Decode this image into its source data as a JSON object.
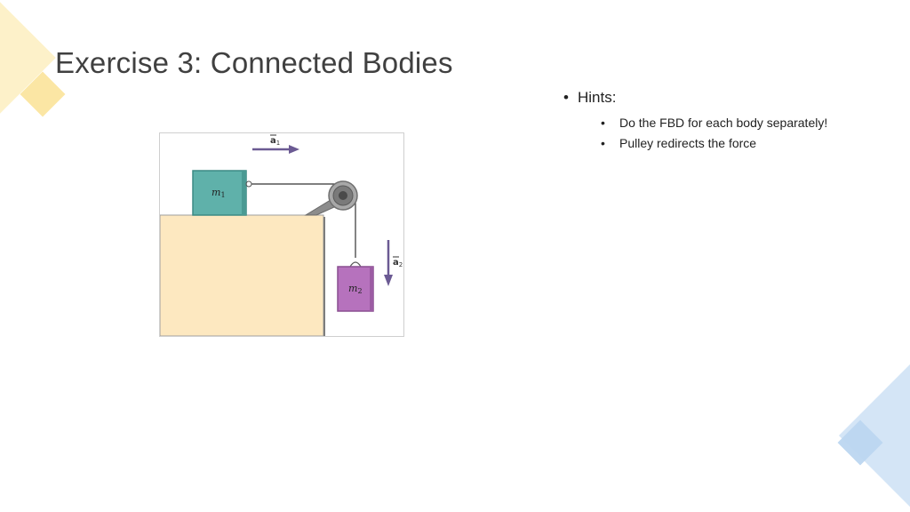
{
  "slide": {
    "title": "Exercise 3: Connected Bodies"
  },
  "figure": {
    "labels": {
      "a1": "a",
      "a1_sub": "1",
      "a2": "a",
      "a2_sub": "2",
      "m1": "m",
      "m1_sub": "1",
      "m2": "m",
      "m2_sub": "2"
    },
    "colors": {
      "table": "#fde8c0",
      "block1": "#5fb1aa",
      "block2": "#b672bd",
      "arrow": "#6b5a93"
    }
  },
  "hints": {
    "title": "Hints:",
    "items": [
      "Do the FBD for each body separately!",
      "Pulley redirects the force"
    ]
  }
}
